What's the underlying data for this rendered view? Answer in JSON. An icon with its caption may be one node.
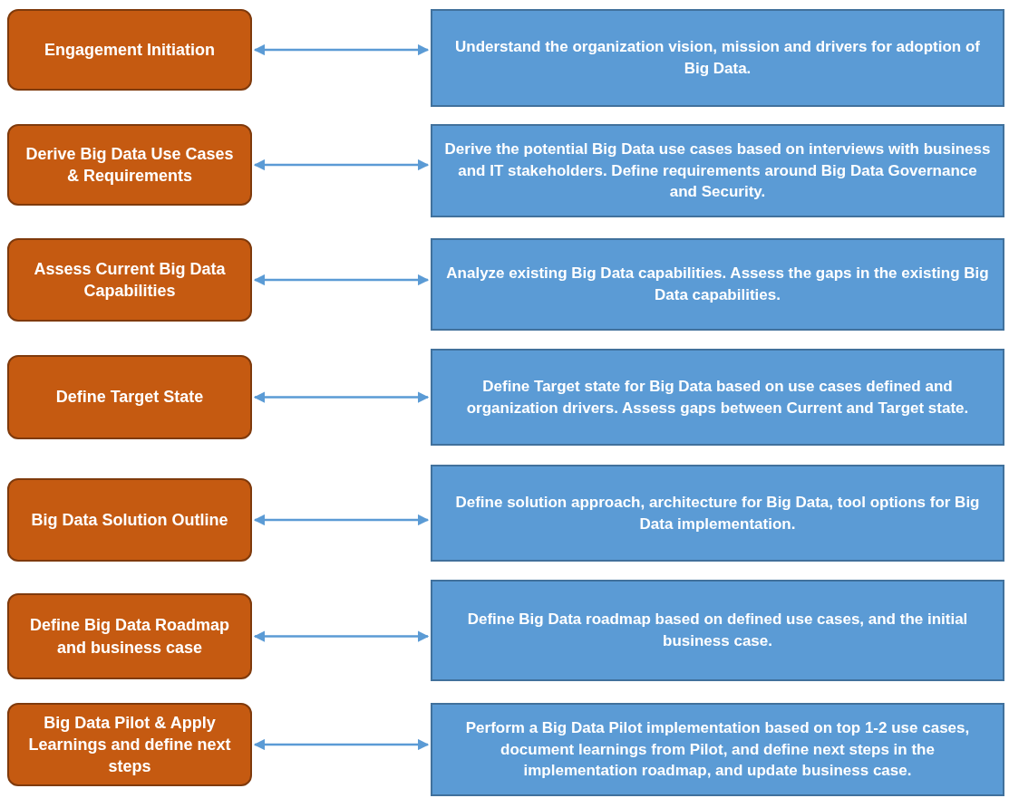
{
  "diagram": {
    "nodes": [
      {
        "text": [
          "Engagement Initiation"
        ]
      },
      {
        "text": [
          "Understand the organization vision, mission and drivers for adoption of Big Data."
        ]
      },
      {
        "text": [
          "Derive Big Data Use Cases & Requirements"
        ]
      },
      {
        "text": [
          "Derive the potential Big Data use cases based on interviews with business and IT stakeholders. Define requirements around Big Data Governance and Security."
        ]
      },
      {
        "text": [
          "Assess Current Big Data Capabilities"
        ]
      },
      {
        "text": [
          "Analyze existing Big Data capabilities. Assess the gaps in the existing Big Data capabilities."
        ]
      },
      {
        "text": [
          "Define Target State"
        ]
      },
      {
        "text": [
          "Define Target state for Big Data based on use cases defined and organization drivers. Assess gaps between Current and Target state."
        ]
      },
      {
        "text": [
          "Big Data Solution Outline"
        ]
      },
      {
        "text": [
          "Define solution approach, architecture for Big Data, tool options for Big Data implementation."
        ]
      },
      {
        "text": [
          "Define Big Data Roadmap and business case"
        ]
      },
      {
        "text": [
          "Define Big Data roadmap based on defined use cases, and the initial business case."
        ]
      },
      {
        "text": [
          "Big Data Pilot & Apply Learnings and define next steps"
        ]
      },
      {
        "text": [
          "Perform a Big Data Pilot implementation based on top 1-2 use cases, document learnings from Pilot, and define next steps in the implementation roadmap, and update business case."
        ]
      }
    ],
    "edges": [
      {
        "from": 0,
        "to": 1,
        "arrow": "both"
      },
      {
        "from": 2,
        "to": 3,
        "arrow": "both"
      },
      {
        "from": 4,
        "to": 5,
        "arrow": "both"
      },
      {
        "from": 6,
        "to": 7,
        "arrow": "both"
      },
      {
        "from": 8,
        "to": 9,
        "arrow": "both"
      },
      {
        "from": 10,
        "to": 11,
        "arrow": "both"
      },
      {
        "from": 12,
        "to": 13,
        "arrow": "both"
      }
    ]
  }
}
